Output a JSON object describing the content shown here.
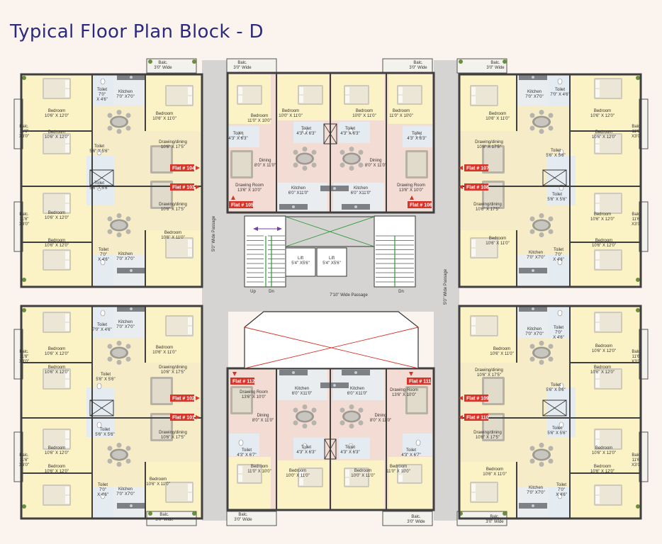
{
  "title": "Typical Floor Plan Block - D",
  "colors": {
    "wall": "#3f3f3f",
    "bedroom": "#fbf2c5",
    "living": "#f6edc8",
    "toilet": "#e4ecf2",
    "kitchen": "#e9edf0",
    "central": "#f3dcd3",
    "corridor": "#d5d4d2",
    "balcony": "#f4f2ec",
    "flat_tag": "#d63329",
    "title": "#2b2a7c"
  },
  "passages": {
    "horizontal": "7'10\" Wide Passage",
    "left_vertical": "5'0\" Wide Passage",
    "right_vertical": "5'0\" Wide Passage"
  },
  "core": {
    "lift_left": [
      "Lift",
      "5'4\" X5'6\""
    ],
    "lift_right": [
      "Lift",
      "5'4\" X5'6\""
    ],
    "stair_left_up": "Up",
    "stair_left_dn": "Dn",
    "stair_right_dn": "Dn"
  },
  "flats": [
    "Flat # 104",
    "Flat # 103",
    "Flat # 102",
    "Flat # 101",
    "Flat # 105",
    "Flat # 106",
    "Flat # 112",
    "Flat # 111",
    "Flat # 107",
    "Flat # 108",
    "Flat # 109",
    "Flat # 110"
  ],
  "labels": {
    "l1": [
      "Balc.",
      "3'0\" Wide"
    ],
    "l2": [
      "Balc.",
      "3'0\" Wide"
    ],
    "l3": [
      "Balc.",
      "3'0\" Wide"
    ],
    "l4": [
      "Balc.",
      "3'0\" Wide"
    ],
    "l5": [
      "Balc.",
      "3'0\" Wide"
    ],
    "l6": [
      "Balc.",
      "3'0\" Wide"
    ],
    "l7": [
      "Balc.",
      "3'0\" Wide"
    ],
    "l8": [
      "Balc.",
      "3'0\" Wide"
    ],
    "l9": [
      "Balc.",
      "11'6\"",
      "X3'0\""
    ],
    "l10": [
      "Balc.",
      "11'6\"",
      "X3'0\""
    ],
    "l11": [
      "Balc.",
      "11'6\"",
      "X3'0\""
    ],
    "l12": [
      "Balc.",
      "11'6\"",
      "X3'0\""
    ],
    "l13": [
      "Balc.",
      "11'6\"",
      "X3'0\""
    ],
    "l14": [
      "Balc.",
      "11'6\"",
      "X3'0\""
    ],
    "l15": [
      "Balc.",
      "11'6\"",
      "X3'0\""
    ],
    "l16": [
      "Balc.",
      "11'6\"",
      "X3'0\""
    ],
    "l17": [
      "Kitchen",
      "7'0\" X7'0\""
    ],
    "l18": [
      "Toilet",
      "7'0\"",
      "X 4'6\""
    ],
    "l19": [
      "Bedroom",
      "10'6\" X 11'0\""
    ],
    "l20": [
      "Bedroom",
      "10'6\" X 12'0\""
    ],
    "l21": [
      "Bedroom",
      "10'6\" X 12'0\""
    ],
    "l22": [
      "Toilet",
      "5'6\" X 5'6\""
    ],
    "l23": [
      "Drawing/dining",
      "10'6\" X 17'5\""
    ],
    "l24": [
      "Toilet",
      "5'6\" X 5'6\""
    ],
    "l25": [
      "Drawing/dining",
      "10'6\" X 17'5\""
    ],
    "l26": [
      "Bedroom",
      "10'6\" X 12'0\""
    ],
    "l27": [
      "Bedroom",
      "10'6\" X 12'0\""
    ],
    "l28": [
      "Bedroom",
      "10'6\" X 11'0\""
    ],
    "l29": [
      "Toilet",
      "7'0\"",
      "X 4'6\""
    ],
    "l30": [
      "Kitchen",
      "7'0\" X7'0\""
    ],
    "l31": [
      "Kitchen",
      "7'0\" X7'0\""
    ],
    "l32": [
      "Toilet",
      "7'0\" X 4'6\""
    ],
    "l33": [
      "Bedroom",
      "10'6\" X 12'0\""
    ],
    "l34": [
      "Bedroom",
      "10'6\" X 11'0\""
    ],
    "l35": [
      "Bedroom",
      "10'6\" X 12'0\""
    ],
    "l36": [
      "Toilet",
      "5'6\" X 5'6\""
    ],
    "l37": [
      "Drawing/dining",
      "10'6\" X 17'5\""
    ],
    "l38": [
      "Toilet",
      "5'6\" X 5'6\""
    ],
    "l39": [
      "Drawing/dining",
      "10'6\" X 17'5\""
    ],
    "l40": [
      "Bedroom",
      "10'6\" X 12'0\""
    ],
    "l41": [
      "Bedroom",
      "10'6\" X 12'0\""
    ],
    "l42": [
      "Bedroom",
      "10'6\" X 11'0\""
    ],
    "l43": [
      "Toilet",
      "7'0\"",
      "X 4'6\""
    ],
    "l44": [
      "Kitchen",
      "7'0\" X7'0\""
    ],
    "l45": [
      "Kitchen",
      "7'0\" X7'0\""
    ],
    "l46": [
      "Toilet",
      "7'0\" X 4'6\""
    ],
    "l47": [
      "Bedroom",
      "10'6\" X 11'0\""
    ],
    "l48": [
      "Bedroom",
      "10'6\" X 12'0\""
    ],
    "l49": [
      "Bedroom",
      "10'6\" X 12'0\""
    ],
    "l50": [
      "Drawing/dining",
      "10'6\" X 17'5\""
    ],
    "l51": [
      "Toilet",
      "5'6\" X 5'6\""
    ],
    "l52": [
      "Drawing/dining",
      "10'6\" X 17'5\""
    ],
    "l53": [
      "Toilet",
      "5'6\" X 5'6\""
    ],
    "l54": [
      "Bedroom",
      "10'6\" X 12'0\""
    ],
    "l55": [
      "Bedroom",
      "10'6\" X 12'0\""
    ],
    "l56": [
      "Bedroom",
      "10'6\" X 11'0\""
    ],
    "l57": [
      "Kitchen",
      "7'0\" X7'0\""
    ],
    "l58": [
      "Toilet",
      "7'0\"",
      "X 4'6\""
    ],
    "l59": [
      "Kitchen",
      "7'0\" X7'0\""
    ],
    "l60": [
      "Toilet",
      "7'0\"",
      "X 4'6\""
    ],
    "l61": [
      "Bedroom",
      "10'6\" X 11'0\""
    ],
    "l62": [
      "Bedroom",
      "10'6\" X 12'0\""
    ],
    "l63": [
      "Bedroom",
      "10'6\" X 12'0\""
    ],
    "l64": [
      "Drawing/dining",
      "10'6\" X 17'5\""
    ],
    "l65": [
      "Toilet",
      "5'6\" X 5'6\""
    ],
    "l66": [
      "Drawing/dining",
      "10'6\" X 17'5\""
    ],
    "l67": [
      "Toilet",
      "5'6\" X 5'6\""
    ],
    "l68": [
      "Bedroom",
      "10'6\" X 12'0\""
    ],
    "l69": [
      "Bedroom",
      "10'6\" X 12'0\""
    ],
    "l70": [
      "Bedroom",
      "10'6\" X 11'0\""
    ],
    "l71": [
      "Kitchen",
      "7'0\" X7'0\""
    ],
    "l72": [
      "Toilet",
      "7'0\"",
      "X 4'6\""
    ],
    "l73": [
      "Bedroom",
      "11'0\" X 10'0\""
    ],
    "l74": [
      "Bedroom",
      "10'0\" X 11'0\""
    ],
    "l75": [
      "Bedroom",
      "10'0\" X 11'0\""
    ],
    "l76": [
      "Bedroom",
      "11'0\" X 10'0\""
    ],
    "l77": [
      "Toilet",
      "4'3\" X 6'3\""
    ],
    "l78": [
      "Toilet",
      "4'3\" X 6'3\""
    ],
    "l79": [
      "Toilet",
      "4'3\" X 6'3\""
    ],
    "l80": [
      "Toilet",
      "4'3\" X 6'3\""
    ],
    "l81": [
      "Dining",
      "8'0\" X 11'0\""
    ],
    "l82": [
      "Dining",
      "8'0\" X 11'0\""
    ],
    "l83": [
      "Drawing Room",
      "13'6\" X 10'0\""
    ],
    "l84": [
      "Kitchen",
      "6'0\" X11'0\""
    ],
    "l85": [
      "Kitchen",
      "6'0\" X11'0\""
    ],
    "l86": [
      "Drawing Room",
      "13'6\" X 10'0\""
    ],
    "l87": [
      "Drawing Room",
      "13'6\" X 10'0\""
    ],
    "l88": [
      "Kitchen",
      "6'0\" X11'0\""
    ],
    "l89": [
      "Kitchen",
      "6'0\" X11'0\""
    ],
    "l90": [
      "Drawing Room",
      "13'6\" X 10'0\""
    ],
    "l91": [
      "Dining",
      "8'0\" X 11'0\""
    ],
    "l92": [
      "Dining",
      "8'0\" X 11'0\""
    ],
    "l93": [
      "Toilet",
      "4'3\" X 6'7\""
    ],
    "l94": [
      "Toilet",
      "4'3\" X 6'3\""
    ],
    "l95": [
      "Toilet",
      "4'3\" X 6'3\""
    ],
    "l96": [
      "Toilet",
      "4'3\" X 6'7\""
    ],
    "l97": [
      "Bedroom",
      "11'0\" X 10'0\""
    ],
    "l98": [
      "Bedroom",
      "10'0\" X 11'0\""
    ],
    "l99": [
      "Bedroom",
      "10'0\" X 11'0\""
    ],
    "l100": [
      "Bedroom",
      "11'0\" X 10'0\""
    ]
  }
}
